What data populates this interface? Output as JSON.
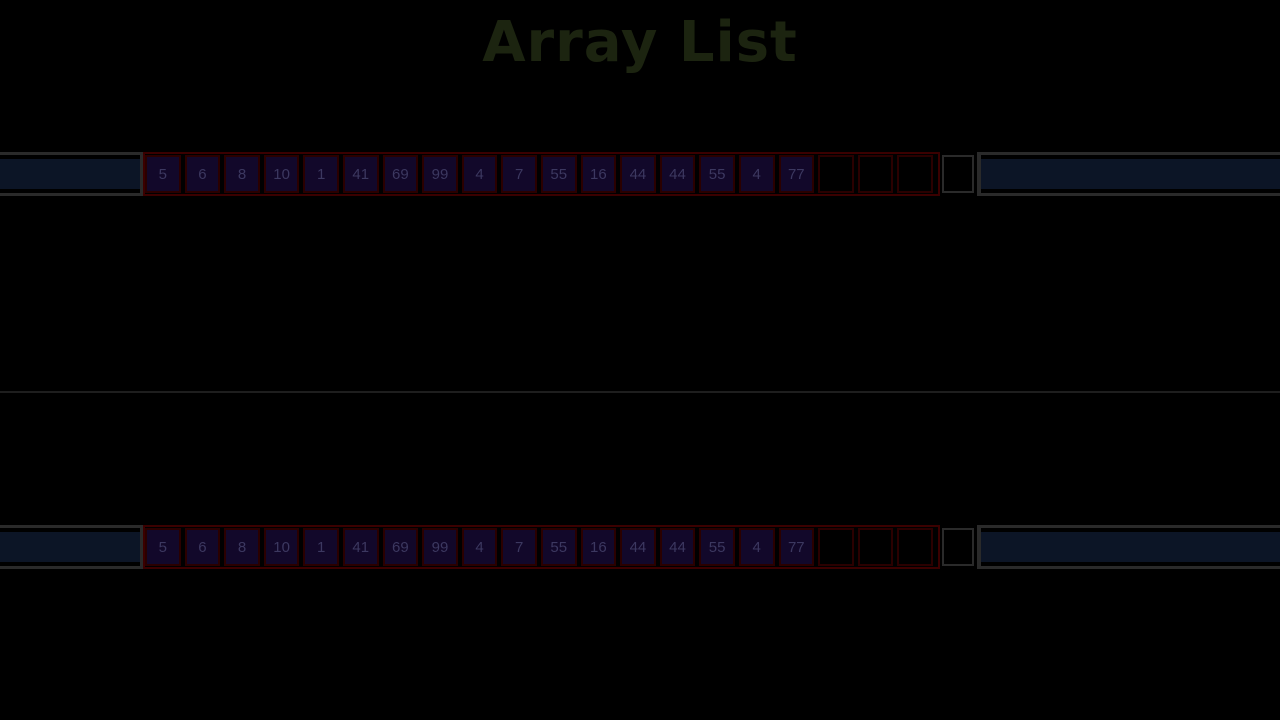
{
  "title": "Array List",
  "arrays": [
    {
      "cells": [
        "5",
        "6",
        "8",
        "10",
        "1",
        "41",
        "69",
        "99",
        "4",
        "7",
        "55",
        "16",
        "44",
        "44",
        "55",
        "4",
        "77",
        "",
        "",
        ""
      ]
    },
    {
      "cells": [
        "5",
        "6",
        "8",
        "10",
        "1",
        "41",
        "69",
        "99",
        "4",
        "7",
        "55",
        "16",
        "44",
        "44",
        "55",
        "4",
        "77",
        "",
        "",
        ""
      ]
    }
  ],
  "colors": {
    "background": "#000000",
    "title": "#1c2410",
    "outer_border": "#3b0000",
    "filled_cell_bg": "#12082a",
    "filled_cell_border": "#2a0000",
    "empty_cell_bg": "#000000",
    "cell_text": "#3c3860",
    "rail_fill": "#0c1526",
    "divider": "#1e1e1e"
  }
}
